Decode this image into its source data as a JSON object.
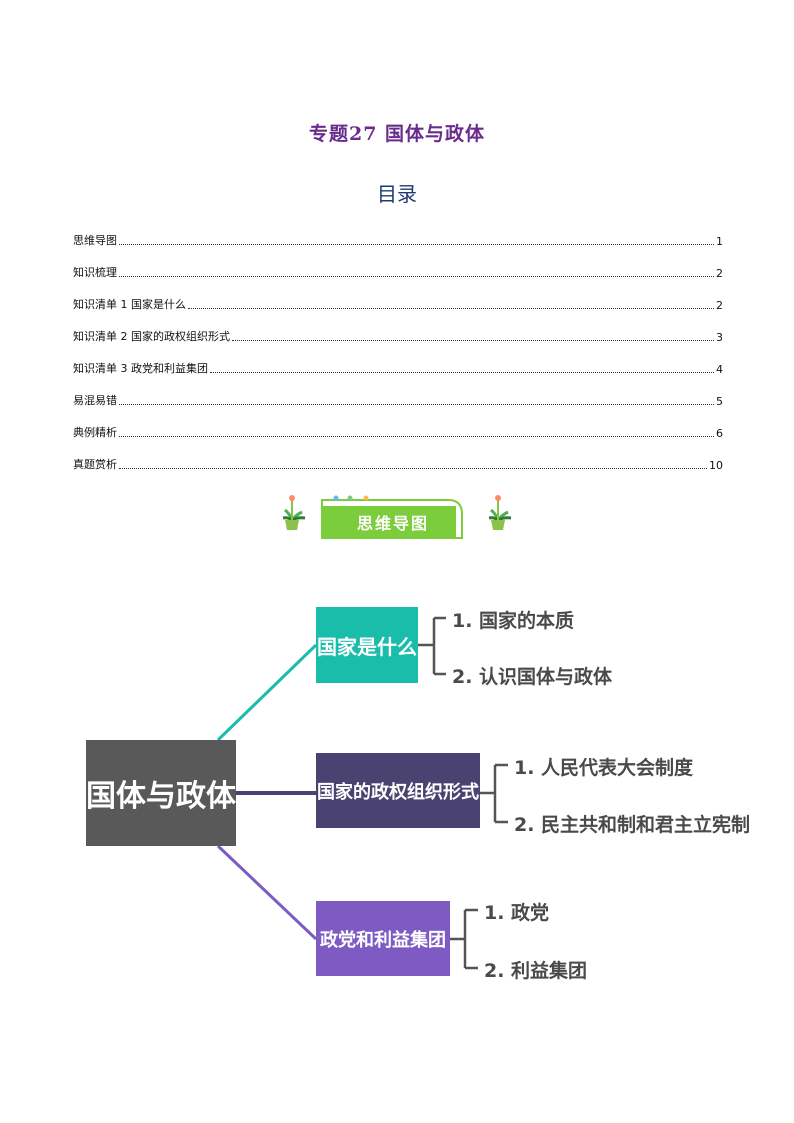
{
  "doc": {
    "title": "专题27  国体与政体",
    "toc_heading": "目录"
  },
  "toc": [
    {
      "label": "思维导图",
      "page": "1"
    },
    {
      "label": "知识梳理",
      "page": "2"
    },
    {
      "label": "知识清单 1 国家是什么",
      "page": "2"
    },
    {
      "label": "知识清单 2 国家的政权组织形式",
      "page": "3"
    },
    {
      "label": "知识清单 3 政党和利益集团",
      "page": "4"
    },
    {
      "label": "易混易错",
      "page": "5"
    },
    {
      "label": "典例精析",
      "page": "6"
    },
    {
      "label": "真题赏析",
      "page": "10"
    }
  ],
  "banner": {
    "label": "思维导图",
    "color": "#7ccd3c"
  },
  "mindmap": {
    "root": "国体与政体",
    "branches": [
      {
        "label": "国家是什么",
        "color": "#1abcaa",
        "items": [
          "1. 国家的本质",
          "2. 认识国体与政体"
        ]
      },
      {
        "label": "国家的政权组织形式",
        "color": "#4a4371",
        "items": [
          "1. 人民代表大会制度",
          "2. 民主共和制和君主立宪制"
        ]
      },
      {
        "label": "政党和利益集团",
        "color": "#7e5bc2",
        "items": [
          "1. 政党",
          "2. 利益集团"
        ]
      }
    ]
  }
}
